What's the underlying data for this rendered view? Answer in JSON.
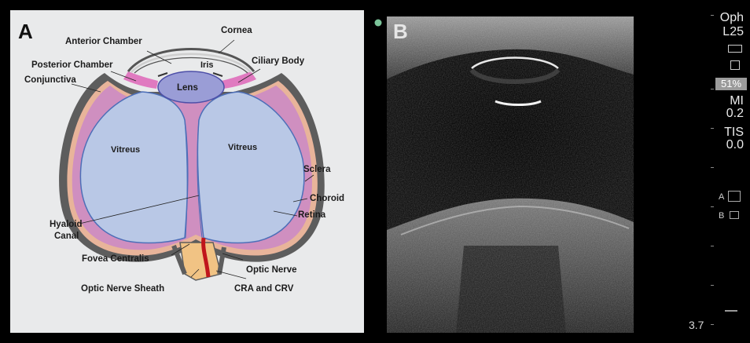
{
  "panel_a": {
    "letter": "A",
    "labels": {
      "anterior_chamber": "Anterior Chamber",
      "cornea": "Cornea",
      "posterior_chamber": "Posterior Chamber",
      "iris": "Iris",
      "ciliary_body": "Ciliary Body",
      "conjunctiva": "Conjunctiva",
      "lens": "Lens",
      "vitreus_left": "Vitreus",
      "vitreus_right": "Vitreus",
      "sclera": "Sclera",
      "choroid": "Choroid",
      "retina": "Retina",
      "hyaloid_line1": "Hyaloid",
      "hyaloid_line2": "Canal",
      "fovea_centralis": "Fovea Centralis",
      "optic_nerve": "Optic Nerve",
      "optic_nerve_sheath": "Optic Nerve Sheath",
      "cra_crv": "CRA and CRV"
    },
    "colors": {
      "background": "#e9eaeb",
      "sclera": "#5d5d5d",
      "choroid": "#e8b49a",
      "retina": "#cf8fc0",
      "vitreous": "#b9c8e6",
      "lens": "#9a9dd6",
      "ciliary": "#e07ac0",
      "optic_sheath": "#f1c384",
      "vessel": "#c0161c"
    }
  },
  "panel_b": {
    "letter": "B",
    "depth": "3.7",
    "sidebar": {
      "preset": "Oph",
      "probe": "L25",
      "percent": "51%",
      "mi_label": "MI",
      "mi_value": "0.2",
      "tis_label": "TIS",
      "tis_value": "0.0",
      "marker_a": "A",
      "marker_b": "B"
    }
  }
}
